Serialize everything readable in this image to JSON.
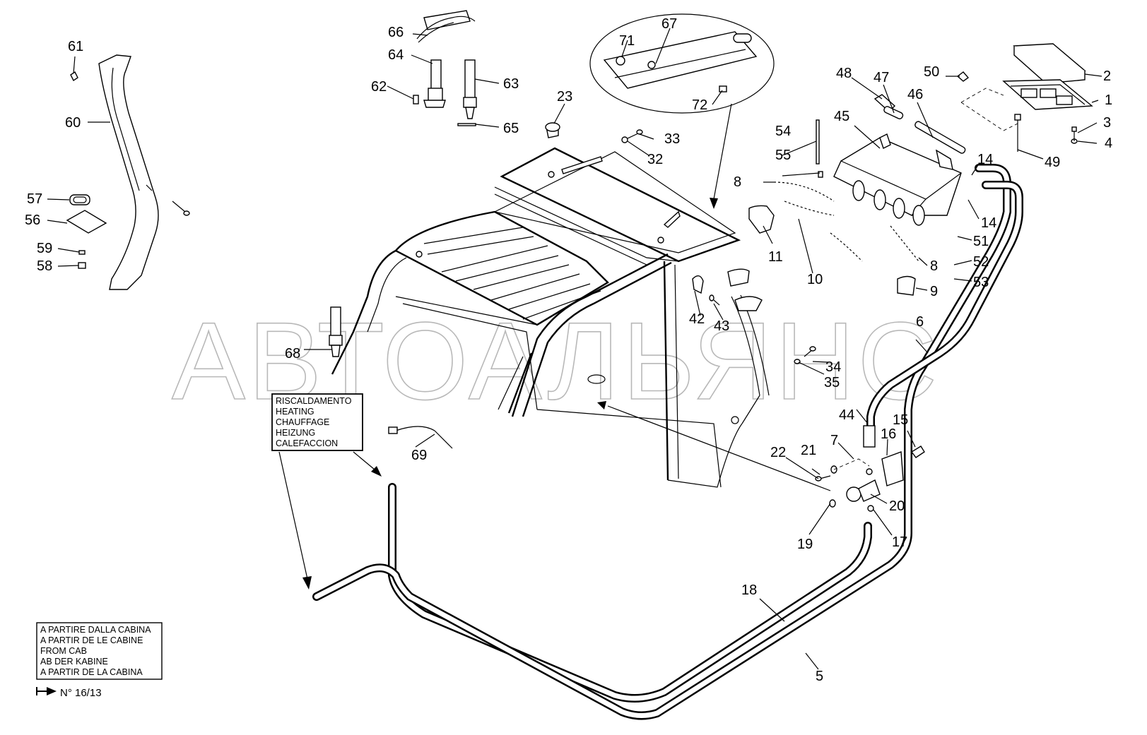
{
  "watermark": "АВТОАЛЬЯНС",
  "labels": {
    "n1": "1",
    "n2": "2",
    "n3": "3",
    "n4": "4",
    "n5": "5",
    "n6": "6",
    "n7": "7",
    "n8a": "8",
    "n8b": "8",
    "n9": "9",
    "n10": "10",
    "n11": "11",
    "n14a": "14",
    "n14b": "14",
    "n15": "15",
    "n16": "16",
    "n17": "17",
    "n18": "18",
    "n19": "19",
    "n20": "20",
    "n21": "21",
    "n22": "22",
    "n23": "23",
    "n32": "32",
    "n33": "33",
    "n34": "34",
    "n35": "35",
    "n42": "42",
    "n43": "43",
    "n44": "44",
    "n45": "45",
    "n46": "46",
    "n47": "47",
    "n48": "48",
    "n49": "49",
    "n50": "50",
    "n51": "51",
    "n52": "52",
    "n53": "53",
    "n54": "54",
    "n55": "55",
    "n56": "56",
    "n57": "57",
    "n58": "58",
    "n59": "59",
    "n60": "60",
    "n61": "61",
    "n62": "62",
    "n63": "63",
    "n64": "64",
    "n65": "65",
    "n66": "66",
    "n67": "67",
    "n68": "68",
    "n69": "69",
    "n71": "71",
    "n72": "72"
  },
  "heating_box": [
    "RISCALDAMENTO",
    "HEATING",
    "CHAUFFAGE",
    "HEIZUNG",
    "CALEFACCION"
  ],
  "from_cab_box": [
    "A PARTIRE DALLA CABINA",
    "A PARTIR DE LE CABINE",
    "FROM CAB",
    "AB DER KABINE",
    "A PARTIR DE LA CABINA"
  ],
  "reference": "N° 16/13"
}
